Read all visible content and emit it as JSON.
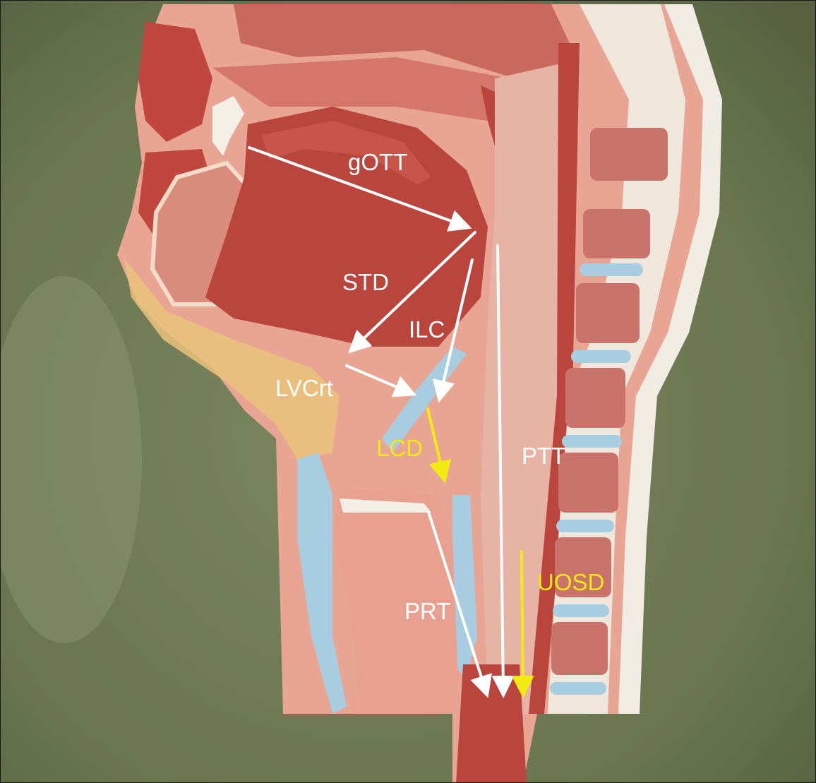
{
  "figure": {
    "labels": {
      "gott": "gOTT",
      "std": "STD",
      "ilc": "ILC",
      "lvcrt": "LVCrt",
      "lcd": "LCD",
      "ptt": "PTT",
      "uosd": "UOSD",
      "prt": "PRT"
    },
    "colors": {
      "white_label": "#ffffff",
      "yellow_label": "#f2ea10",
      "background": "#6f7a55",
      "tissue": "#e9a593",
      "muscle": "#b9453d",
      "cartilage": "#a9cde0"
    },
    "subject": "sagittal-head-neck-model-icon"
  }
}
